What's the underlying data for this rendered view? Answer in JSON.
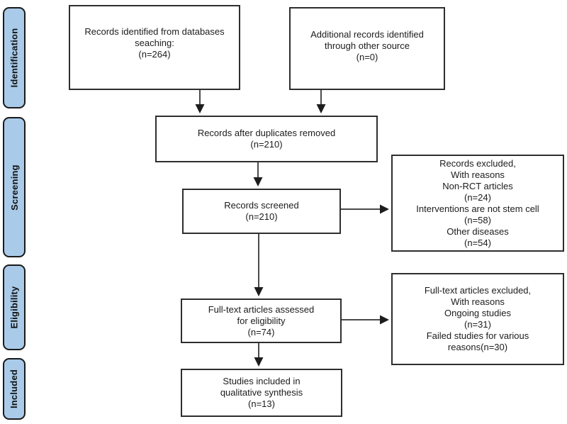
{
  "colors": {
    "sidebar_fill": "#a9cbe9",
    "box_border": "#2e2e2e",
    "arrow": "#4a4a4a",
    "text": "#1c1c1c"
  },
  "sidebar": {
    "items": [
      {
        "label": "Identification"
      },
      {
        "label": "Screening"
      },
      {
        "label": "Eligibility"
      },
      {
        "label": "Included"
      }
    ]
  },
  "boxes": {
    "identified_databases": {
      "lines": [
        "Records identified from databases",
        "seaching:",
        "(n=264)"
      ]
    },
    "additional_records": {
      "lines": [
        "Additional records identified",
        "through other source",
        "(n=0)"
      ]
    },
    "duplicates_removed": {
      "lines": [
        "Records after duplicates removed",
        "(n=210)"
      ]
    },
    "records_screened": {
      "lines": [
        "Records screened",
        "(n=210)"
      ]
    },
    "records_excluded": {
      "lines": [
        "Records excluded,",
        "With reasons",
        "Non-RCT articles",
        "(n=24)",
        "Interventions are not stem cell",
        "(n=58)",
        "Other diseases",
        "(n=54)"
      ]
    },
    "fulltext_assessed": {
      "lines": [
        "Full-text articles assessed",
        "for eligibility",
        "(n=74)"
      ]
    },
    "fulltext_excluded": {
      "lines": [
        "Full-text articles excluded,",
        "With reasons",
        "Ongoing studies",
        "(n=31)",
        "Failed studies for various",
        "reasons(n=30)"
      ]
    },
    "studies_included": {
      "lines": [
        "Studies included in",
        "qualitative synthesis",
        "(n=13)"
      ]
    }
  }
}
